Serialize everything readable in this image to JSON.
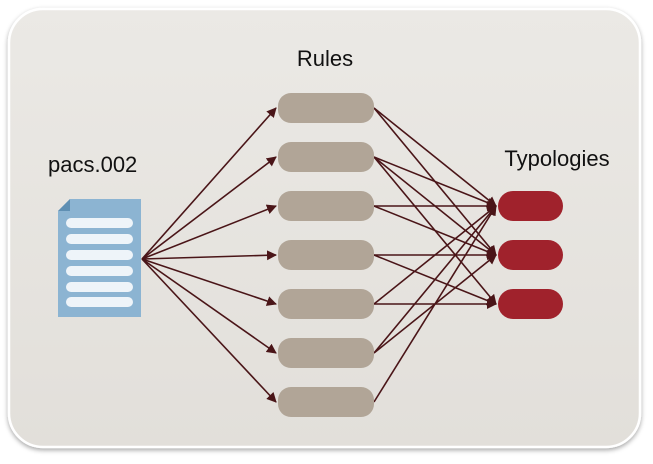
{
  "labels": {
    "source": "pacs.002",
    "rules": "Rules",
    "typologies": "Typologies"
  },
  "diagram": {
    "rule_count": 7,
    "typology_count": 3,
    "edges": {
      "rule_to_typology": [
        [
          0,
          0
        ],
        [
          0,
          1
        ],
        [
          1,
          0
        ],
        [
          1,
          1
        ],
        [
          1,
          2
        ],
        [
          2,
          0
        ],
        [
          2,
          1
        ],
        [
          3,
          1
        ],
        [
          3,
          2
        ],
        [
          4,
          0
        ],
        [
          4,
          2
        ],
        [
          5,
          0
        ],
        [
          5,
          1
        ],
        [
          6,
          0
        ]
      ]
    }
  },
  "colors": {
    "panel_fill": "#e8e6e2",
    "panel_stroke": "#ffffff",
    "rule_fill": "#b1a597",
    "typology_fill": "#a0222c",
    "arrow": "#4a1518",
    "doc_fill": "#8cb4d2",
    "doc_line": "#eef4f9",
    "text": "#111111"
  },
  "icons": {
    "source": "document-icon"
  }
}
